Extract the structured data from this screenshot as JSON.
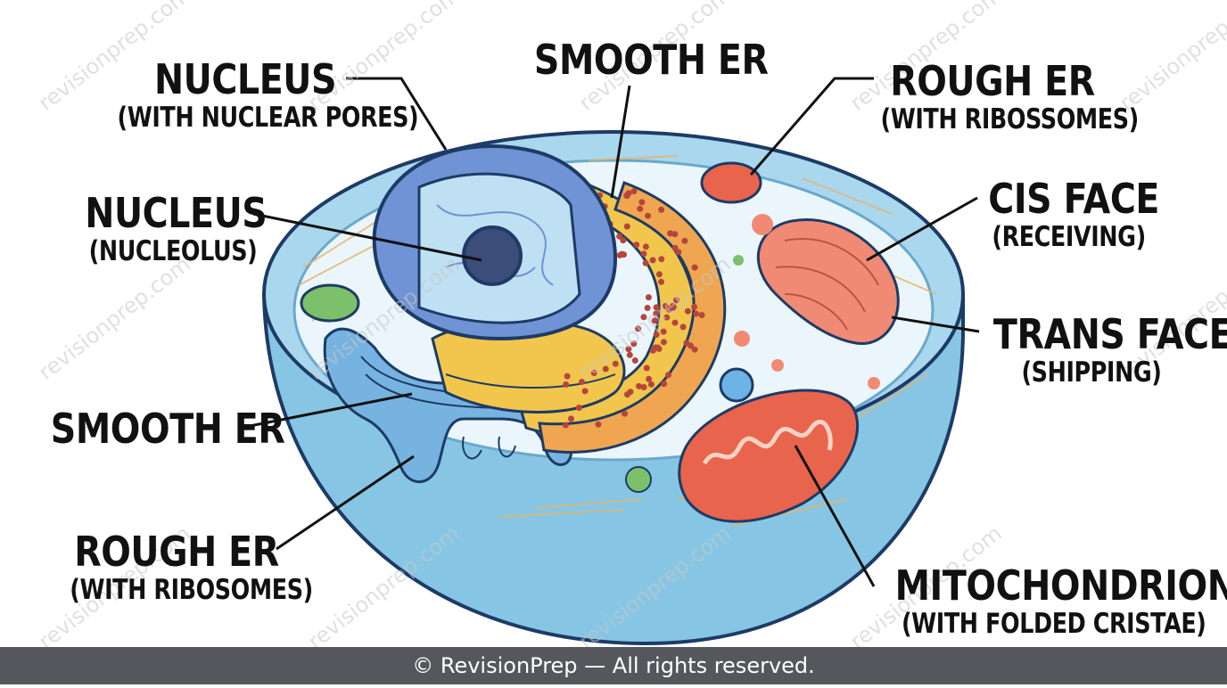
{
  "watermark": "revisionprep.com",
  "labels": {
    "nucleus_pores": {
      "title": "NUCLEUS",
      "sub": "(WITH NUCLEAR PORES)"
    },
    "smooth_er_top": {
      "title": "SMOOTH ER"
    },
    "rough_er_top": {
      "title": "ROUGH ER",
      "sub": "(WITH RIBOSSOMES)"
    },
    "nucleolus": {
      "title": "NUCLEUS",
      "sub": "(NUCLEOLUS)"
    },
    "cis_face": {
      "title": "CIS FACE",
      "sub": "(RECEIVING)"
    },
    "trans_face": {
      "title": "TRANS FACE",
      "sub": "(SHIPPING)"
    },
    "smooth_er_left": {
      "title": "SMOOTH ER"
    },
    "rough_er_bottom": {
      "title": "ROUGH ER",
      "sub": "(WITH RIBOSOMES)"
    },
    "mitochondrion": {
      "title": "MITOCHONDRION",
      "sub": "(WITH FOLDED CRISTAE)"
    }
  },
  "footer": "© RevisionPrep — All rights reserved.",
  "colors": {
    "cell_outer": "#8ecbe6",
    "cytoplasm": "#eaf6fb",
    "nucleus": "#6f93d4",
    "golgi_yellow": "#f2c64c",
    "golgi_orange": "#f0a650",
    "ribosome": "#b5453d",
    "golgi_red": "#f08a74",
    "mitochondrion": "#e8644c",
    "er_blue": "#77b3e0",
    "outline": "#1d3b66"
  }
}
